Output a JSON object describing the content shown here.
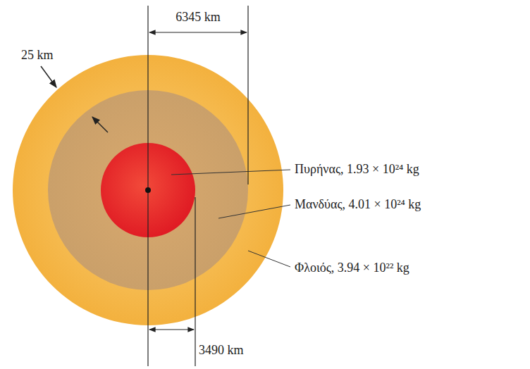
{
  "diagram": {
    "labels": [
      "6345 km",
      "25 km",
      "Πυρήνας, 1.93 × 10²⁴ kg",
      "Μανδύας, 4.01 × 10²⁴ kg",
      "Φλοιός, 3.94 × 10²² kg",
      "3490 km"
    ]
  }
}
